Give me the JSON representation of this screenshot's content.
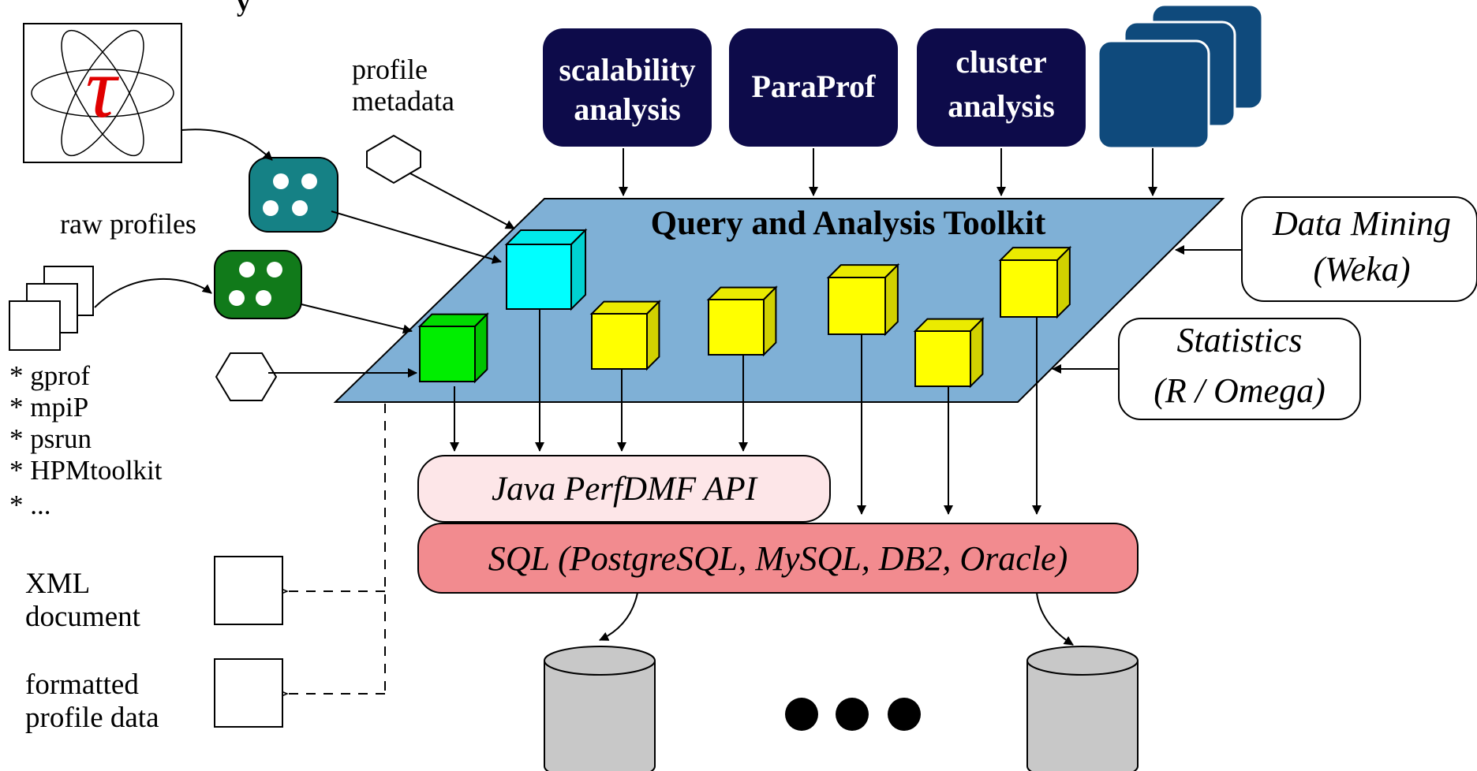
{
  "header_partial": "y",
  "tools": [
    {
      "lines": [
        "scalability",
        "analysis"
      ]
    },
    {
      "lines": [
        "ParaProf"
      ]
    },
    {
      "lines": [
        "cluster",
        "analysis"
      ]
    }
  ],
  "toolkit_title": "Query and Analysis Toolkit",
  "profile_metadata": [
    "profile",
    "metadata"
  ],
  "raw_profiles": "raw profiles",
  "formats": [
    "* gprof",
    "* mpiP",
    "* psrun",
    "* HPMtoolkit",
    "* ..."
  ],
  "data_mining": [
    "Data Mining",
    "(Weka)"
  ],
  "statistics": [
    "Statistics",
    "(R / Omega)"
  ],
  "java_api": "Java PerfDMF API",
  "sql": "SQL (PostgreSQL, MySQL, DB2, Oracle)",
  "xml_document": [
    "XML",
    "document"
  ],
  "formatted_data": [
    "formatted",
    "profile data"
  ],
  "tau_symbol": "τ",
  "colors": {
    "tool_box": "#0d0b4a",
    "stack_box": "#0f4a7c",
    "plane": "#7fb0d6",
    "cube_yellow": "#ffff00",
    "cube_cyan": "#00ffff",
    "cube_green": "#00ee00",
    "java_api": "#fde6e8",
    "sql": "#f28b8f",
    "db": "#c8c8c8",
    "teal_icon": "#158185",
    "green_icon": "#117a1a"
  }
}
